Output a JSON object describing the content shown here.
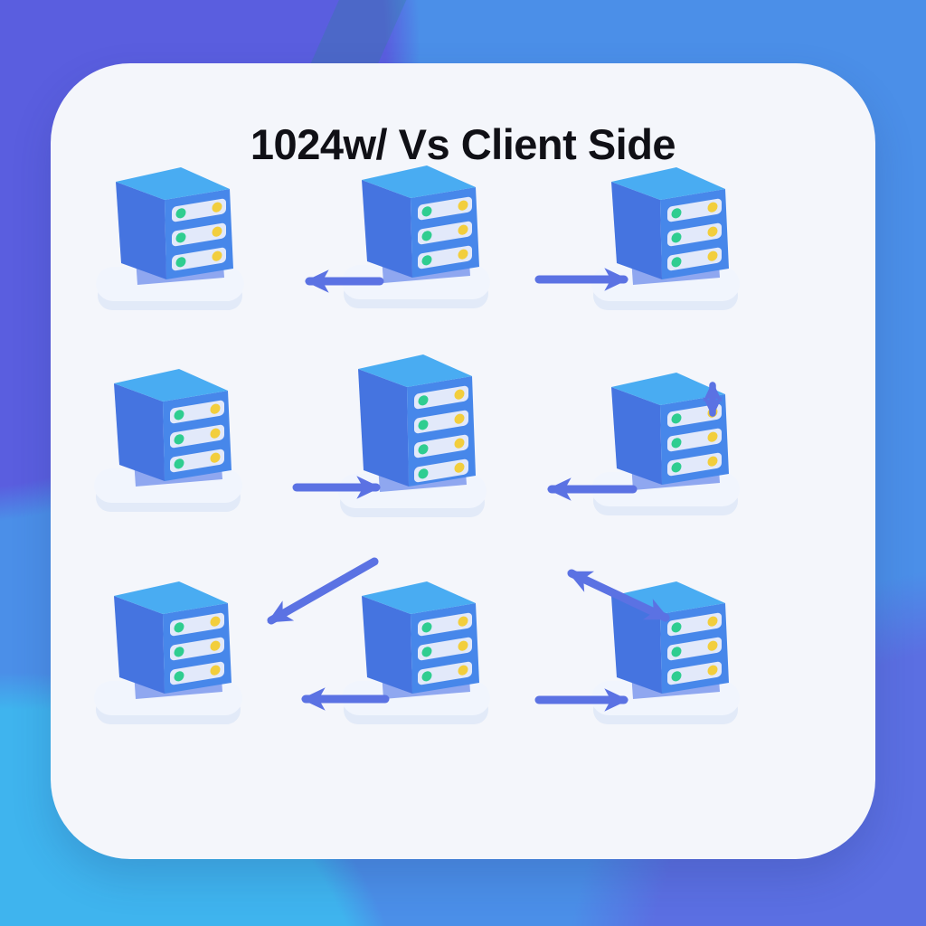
{
  "title": "1024w/ Vs Client Side",
  "diagram": {
    "grid": {
      "rows": 3,
      "cols": 3
    },
    "nodes": [
      {
        "id": "server-top-left",
        "icon": "server-icon",
        "slats": 3
      },
      {
        "id": "server-top-center",
        "icon": "server-icon",
        "slats": 3
      },
      {
        "id": "server-top-right",
        "icon": "server-icon",
        "slats": 3
      },
      {
        "id": "server-mid-left",
        "icon": "server-icon",
        "slats": 3
      },
      {
        "id": "server-mid-center",
        "icon": "server-icon",
        "slats": 4
      },
      {
        "id": "server-mid-right",
        "icon": "server-icon",
        "slats": 3
      },
      {
        "id": "server-bottom-left",
        "icon": "server-icon",
        "slats": 3
      },
      {
        "id": "server-bottom-center",
        "icon": "server-icon",
        "slats": 3
      },
      {
        "id": "server-bottom-right",
        "icon": "server-icon",
        "slats": 3
      }
    ],
    "arrows": [
      {
        "from": "server-top-center",
        "to": "server-top-left",
        "double_headed": false
      },
      {
        "from": "server-top-center",
        "to": "server-top-right",
        "double_headed": false
      },
      {
        "from": "server-top-right",
        "to": "server-mid-right",
        "double_headed": true
      },
      {
        "from": "server-mid-left",
        "to": "server-mid-center",
        "double_headed": false
      },
      {
        "from": "server-mid-right",
        "to": "server-mid-center",
        "double_headed": false
      },
      {
        "from": "server-mid-center",
        "to": "server-bottom-left",
        "double_headed": false
      },
      {
        "from": "server-mid-center",
        "to": "server-bottom-right",
        "double_headed": true
      },
      {
        "from": "server-bottom-center",
        "to": "server-bottom-left",
        "double_headed": false
      },
      {
        "from": "server-bottom-center",
        "to": "server-bottom-right",
        "double_headed": false
      }
    ]
  },
  "colors": {
    "bg_blue": "#4b8fe8",
    "blob_indigo": "#5a5edf",
    "blob_cyan": "#3fb4ee",
    "bg_periwinkle": "#5b6fe2",
    "card_bg": "#f4f6fb",
    "title_color": "#101016",
    "arrow": "#5b72e3",
    "server_top": "#49acf2",
    "server_front": "#4787ea",
    "server_side": "#4574e0",
    "slat": "#e2e9fa",
    "led_green": "#2fcd90",
    "led_yellow": "#f2ce3d",
    "platform": "#f1f5fd",
    "platform_shadow": "#e2eaf8",
    "pedestal": "#8fa7f0"
  }
}
